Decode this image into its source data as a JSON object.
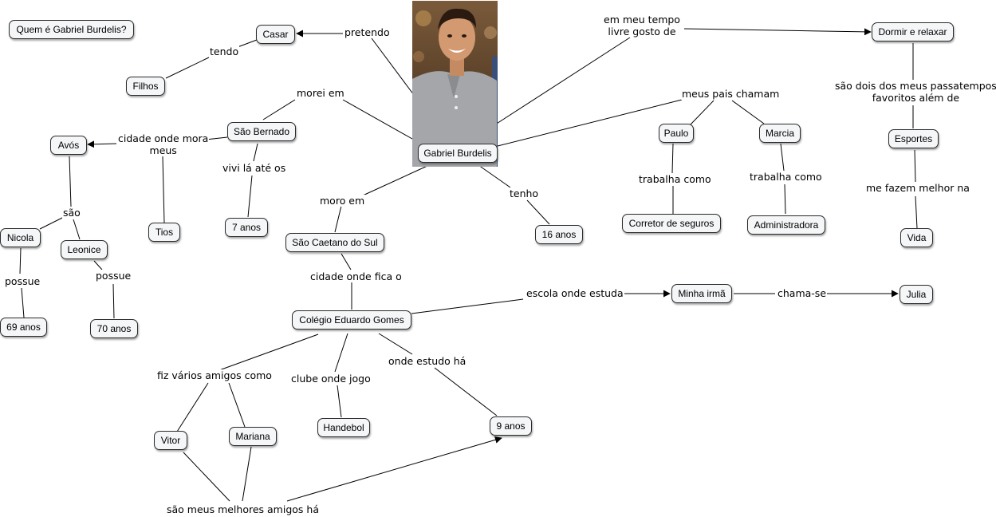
{
  "nodes": {
    "title": "Quem é Gabriel Burdelis?",
    "casar": "Casar",
    "filhos": "Filhos",
    "sao_bernardo": "São Bernado",
    "avos": "Avós",
    "gabriel": "Gabriel Burdelis",
    "paulo": "Paulo",
    "marcia": "Marcia",
    "dormir": "Dormir e relaxar",
    "esportes": "Esportes",
    "vida": "Vida",
    "nicola": "Nicola",
    "leonice": "Leonice",
    "tios": "Tios",
    "sete_anos": "7 anos",
    "sao_caetano": "São Caetano do Sul",
    "dezesseis_anos": "16 anos",
    "corretor": "Corretor de seguros",
    "administradora": "Administradora",
    "sessenta_nove": "69 anos",
    "setenta": "70 anos",
    "colegio": "Colégio Eduardo Gomes",
    "minha_irma": "Minha irmã",
    "julia": "Julia",
    "vitor": "Vitor",
    "mariana": "Mariana",
    "handebol": "Handebol",
    "nove_anos": "9 anos"
  },
  "links": {
    "pretendo": "pretendo",
    "tendo": "tendo",
    "morei_em": "morei em",
    "em_meu_tempo": "em meu tempo\nlivre gosto de",
    "meus_pais": "meus pais chamam",
    "sao_dois": "são dois dos meus passatempos\nfavoritos além de",
    "cidade_mora": "cidade onde mora\nmeus",
    "vivi": "vivi lá até os",
    "trabalha1": "trabalha como",
    "trabalha2": "trabalha como",
    "me_fazem": "me fazem melhor na",
    "sao": "são",
    "moro_em": "moro em",
    "tenho": "tenho",
    "possue1": "possue",
    "possue2": "possue",
    "cidade_fica": "cidade onde fica o",
    "escola": "escola onde estuda",
    "chama_se": "chama-se",
    "fiz": "fiz vários amigos como",
    "clube": "clube onde jogo",
    "onde_estudo": "onde estudo há",
    "melhores": "são meus melhores amigos há"
  },
  "colors": {
    "node_fill": "#f4f6f7",
    "node_border": "#2b2b2b",
    "line": "#000000"
  }
}
